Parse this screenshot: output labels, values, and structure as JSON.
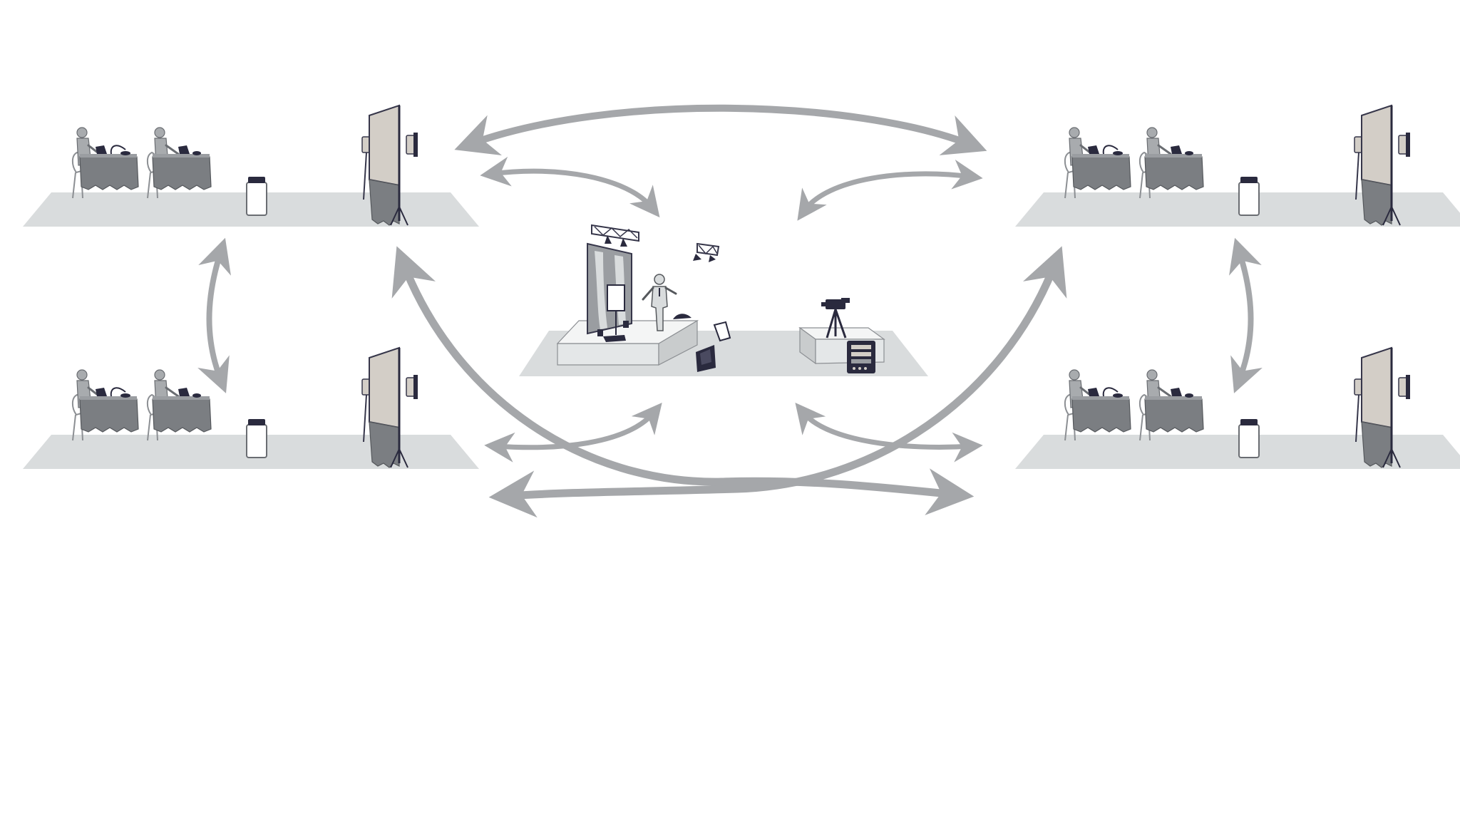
{
  "diagram": {
    "type": "hybrid-event-network",
    "colors": {
      "background": "#ffffff",
      "floor": "#d9dcdd",
      "arrow": "#a5a7aa",
      "cloth": "#7b7e82",
      "dark": "#2a2a3e",
      "person": "#a8abae",
      "screen": "#d3cec7",
      "stage": "#eef0f0",
      "outline": "#36364a"
    },
    "nodes": [
      {
        "id": "studio",
        "role": "central-studio",
        "icons": [
          "lighting-truss-icon",
          "backdrop-icon",
          "presenter-icon",
          "stage-monitor-icon",
          "camera-tripod-icon",
          "av-rack-icon"
        ]
      },
      {
        "id": "room-top-left",
        "role": "conference-room",
        "icons": [
          "panel-table-icon",
          "projector-icon",
          "projection-screen-icon",
          "speaker-icon"
        ]
      },
      {
        "id": "room-bottom-left",
        "role": "conference-room",
        "icons": [
          "panel-table-icon",
          "projector-icon",
          "projection-screen-icon",
          "speaker-icon"
        ]
      },
      {
        "id": "room-top-right",
        "role": "conference-room",
        "icons": [
          "panel-table-icon",
          "projector-icon",
          "projection-screen-icon",
          "speaker-icon"
        ]
      },
      {
        "id": "room-bottom-right",
        "role": "conference-room",
        "icons": [
          "panel-table-icon",
          "projector-icon",
          "projection-screen-icon",
          "speaker-icon"
        ]
      }
    ],
    "connections": [
      {
        "from": "room-top-left",
        "to": "room-top-right",
        "direction": "both"
      },
      {
        "from": "room-top-left",
        "to": "studio",
        "direction": "both"
      },
      {
        "from": "room-top-right",
        "to": "studio",
        "direction": "both"
      },
      {
        "from": "room-bottom-left",
        "to": "studio",
        "direction": "both"
      },
      {
        "from": "room-bottom-right",
        "to": "studio",
        "direction": "both"
      },
      {
        "from": "room-top-left",
        "to": "room-bottom-left",
        "direction": "both"
      },
      {
        "from": "room-top-right",
        "to": "room-bottom-right",
        "direction": "both"
      },
      {
        "from": "room-top-left",
        "to": "room-bottom-right",
        "direction": "both"
      },
      {
        "from": "room-top-right",
        "to": "room-bottom-left",
        "direction": "both"
      }
    ]
  }
}
